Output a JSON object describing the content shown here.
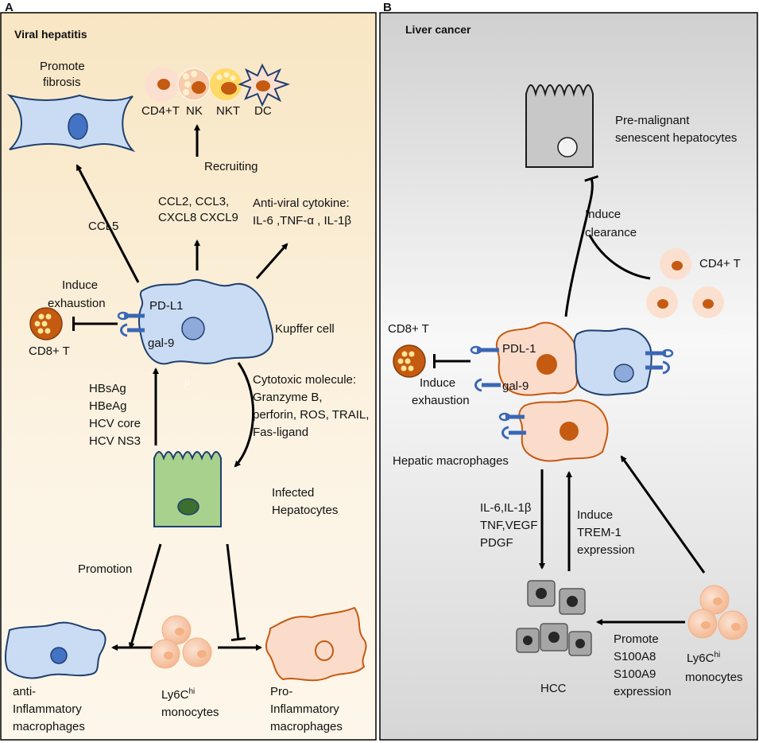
{
  "panels": {
    "a": {
      "letter": "A",
      "title": "Viral hepatitis",
      "labels": {
        "promote_fibrosis_1": "Promote",
        "promote_fibrosis_2": "fibrosis",
        "cd4t": "CD4+T",
        "nk": "NK",
        "nkt": "NKT",
        "dc": "DC",
        "recruiting": "Recruiting",
        "ccl5": "CCL5",
        "chemokines_1": "CCL2, CCL3,",
        "chemokines_2": "CXCL8 CXCL9",
        "antiviral_1": "Anti-viral cytokine:",
        "antiviral_2": "IL-6 ,TNF-α , IL-1β",
        "induce_exhaustion_1": "Induce",
        "induce_exhaustion_2": "exhaustion",
        "pdl1": "PD-L1",
        "gal9": "gal-9",
        "kupffer": "Kupffer cell",
        "cd8t": "CD8+ T",
        "stray_p": "p",
        "antigen_1": "HBsAg",
        "antigen_2": "HBeAg",
        "antigen_3": "HCV core",
        "antigen_4": "HCV NS3",
        "cytotoxic_1": "Cytotoxic molecule:",
        "cytotoxic_2": "Granzyme B,",
        "cytotoxic_3": "perforin, ROS, TRAIL,",
        "cytotoxic_4": "Fas-ligand",
        "infected_1": "Infected",
        "infected_2": "Hepatocytes",
        "promotion": "Promotion",
        "anti_mac_1": "anti-",
        "anti_mac_2": "Inflammatory",
        "anti_mac_3": "macrophages",
        "ly6c_base": "Ly6C",
        "ly6c_sup": "hi",
        "monocytes": "monocytes",
        "pro_mac_1": "Pro-",
        "pro_mac_2": "Inflammatory",
        "pro_mac_3": "macrophages"
      }
    },
    "b": {
      "letter": "B",
      "title": "Liver cancer",
      "labels": {
        "premalignant_1": "Pre-malignant",
        "premalignant_2": "senescent hepatocytes",
        "induce_clearance_1": "Induce",
        "induce_clearance_2": "clearance",
        "cd4t": "CD4+ T",
        "cd8t": "CD8+ T",
        "pdl1": "PDL-1",
        "gal9": "gal-9",
        "induce_exhaustion_1": "Induce",
        "induce_exhaustion_2": "exhaustion",
        "hepatic_mac": "Hepatic macrophages",
        "cytokines_1": "IL-6,IL-1β",
        "cytokines_2": "TNF,VEGF",
        "cytokines_3": "PDGF",
        "trem_1": "Induce",
        "trem_2": "TREM-1",
        "trem_3": "expression",
        "promote_1": "Promote",
        "promote_2": "S100A8",
        "promote_3": "S100A9",
        "promote_4": "expression",
        "hcc": "HCC",
        "ly6c_base": "Ly6C",
        "ly6c_sup": "hi",
        "monocytes": "monocytes"
      }
    }
  },
  "colors": {
    "panel_a_bg_top": "#f8e6c3",
    "panel_a_bg_bottom": "#fdf6ea",
    "panel_b_bg_top": "#d2d2d2",
    "panel_b_bg_mid": "#f7f7f7",
    "panel_b_bg_bottom": "#d4d4d4",
    "kupffer_fill": "#c9dcf3",
    "cell_outline": "#1f3f6e",
    "receptor_blue": "#3a67b5",
    "hepatocyte_green": "#a8d18d",
    "nucleus_green": "#3b6e2f",
    "cd8_orange": "#c55a11",
    "monocyte_peach": "#f8cbad",
    "pro_mac_fill": "#fbdccb",
    "hcc_gray": "#a6a6a6",
    "senescent_gray": "#c8c8c8"
  }
}
